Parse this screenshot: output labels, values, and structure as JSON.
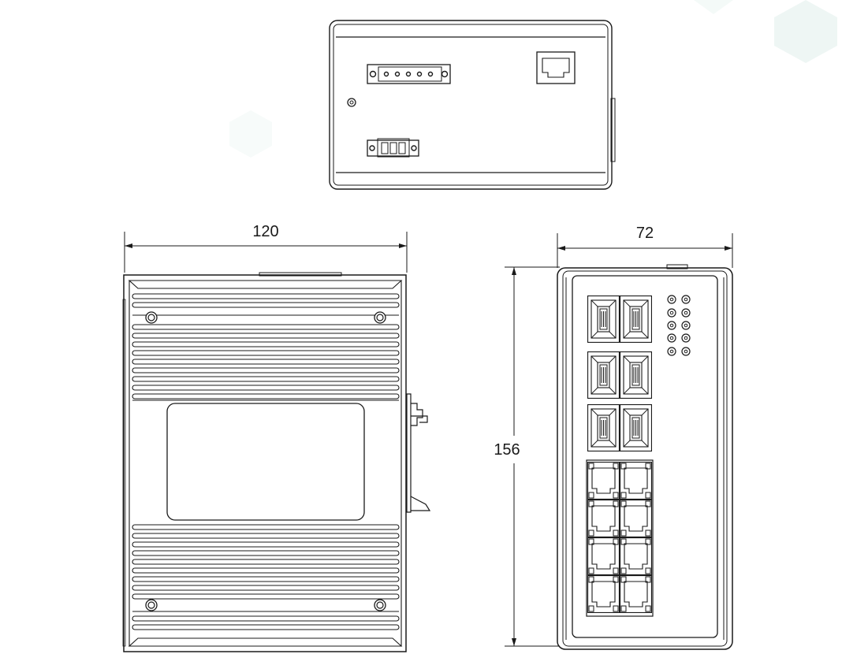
{
  "dimensions": {
    "width": "120",
    "depth": "72",
    "height": "156"
  },
  "colors": {
    "line": "#1a1a1a",
    "background": "#ffffff",
    "watermark": "#eef6f4"
  },
  "views": {
    "top_view": {
      "rj45_ports": 1,
      "terminal_block_pins": 6,
      "power_connector_pins": 3
    },
    "front_view": {
      "sfp_cages": 6,
      "rj45_ports": 8,
      "led_indicators": 10
    },
    "side_view": {
      "mount": "din-rail clip"
    }
  }
}
